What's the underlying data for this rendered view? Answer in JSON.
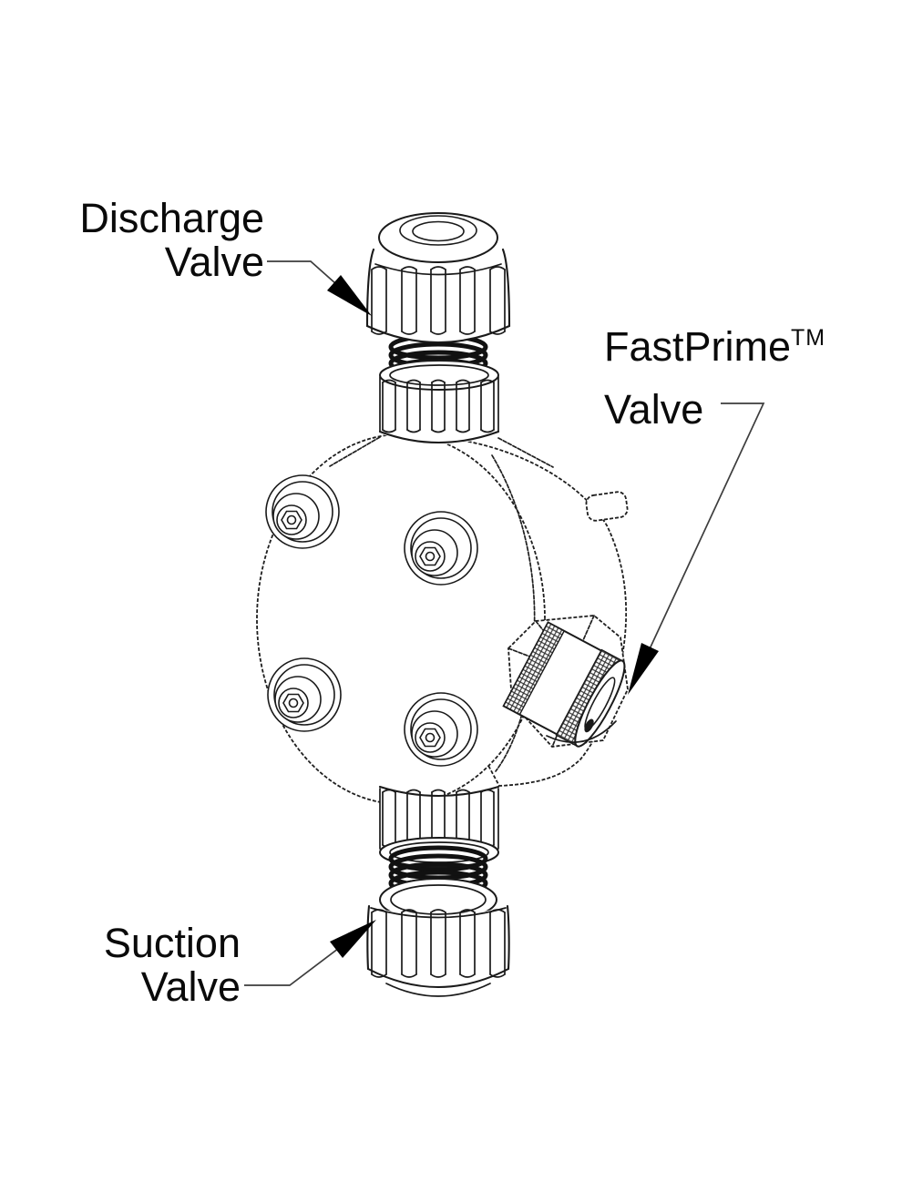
{
  "diagram": {
    "background": "#ffffff",
    "line_color": "#1a1a1a",
    "leader_color": "#3d3d3d",
    "arrow_color": "#000000",
    "text_color": "#0a0a0a",
    "labels": {
      "discharge": {
        "line1": "Discharge",
        "line2": "Valve"
      },
      "fastprime": {
        "line1": "FastPrime",
        "trademark": "TM",
        "line2": "Valve"
      },
      "suction": {
        "line1": "Suction",
        "line2": "Valve"
      }
    }
  }
}
